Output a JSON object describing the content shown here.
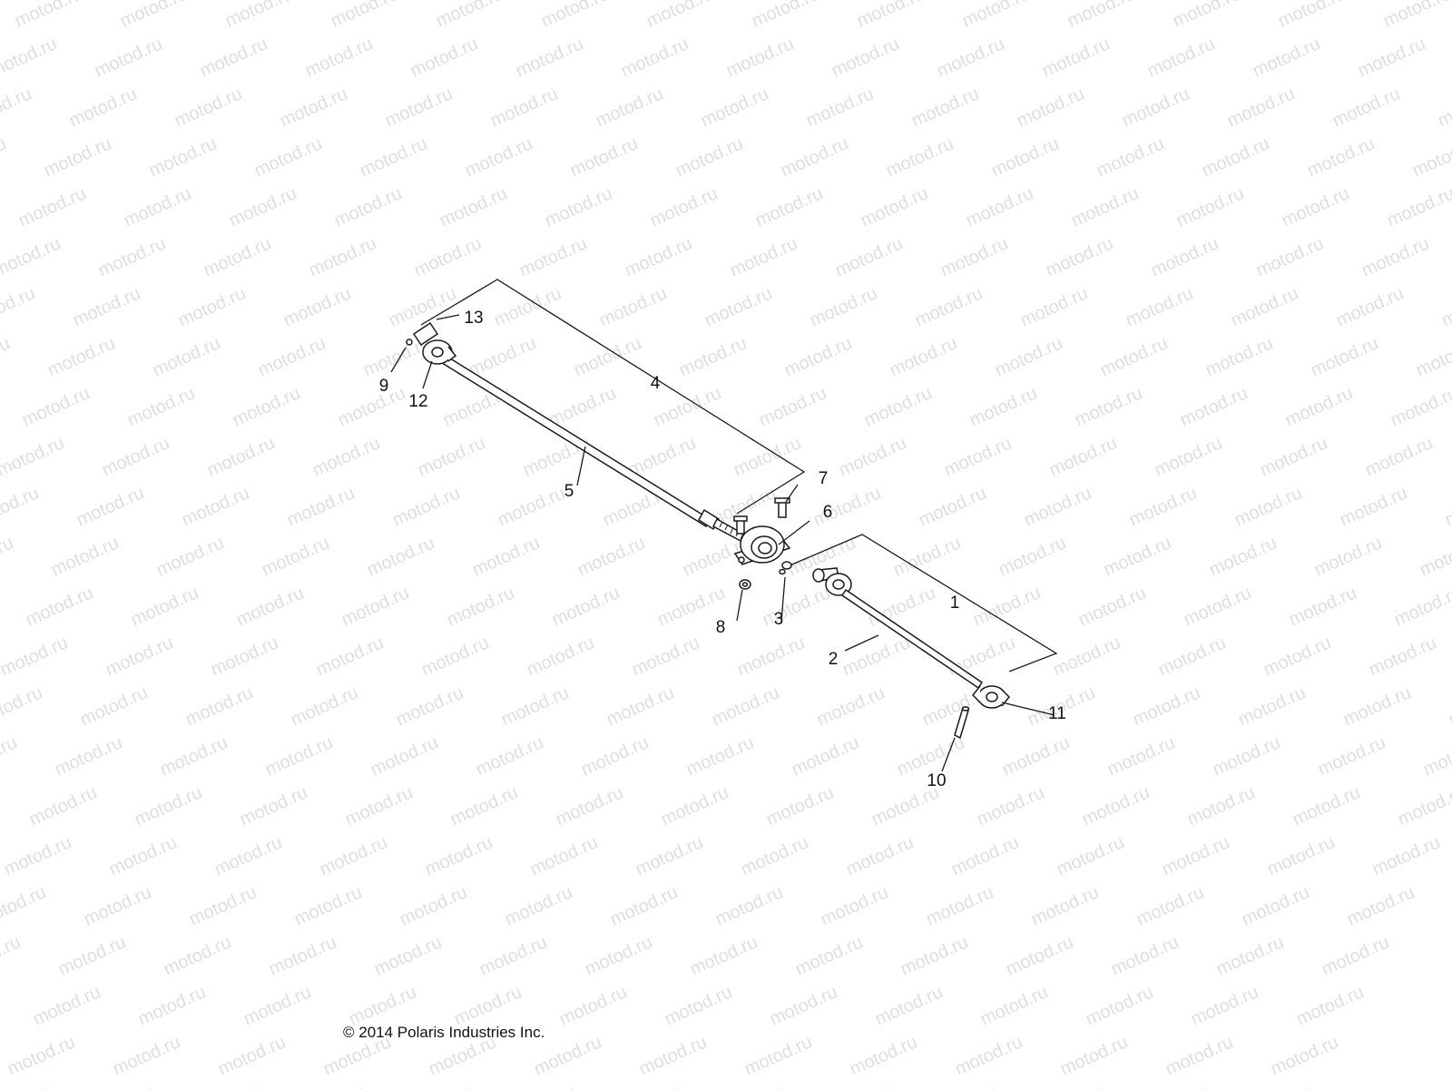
{
  "watermark": {
    "text": "motod.ru",
    "color": "#000000"
  },
  "callouts": [
    {
      "id": "1",
      "label": "1"
    },
    {
      "id": "2",
      "label": "2"
    },
    {
      "id": "3",
      "label": "3"
    },
    {
      "id": "4",
      "label": "4"
    },
    {
      "id": "5",
      "label": "5"
    },
    {
      "id": "6",
      "label": "6"
    },
    {
      "id": "7",
      "label": "7"
    },
    {
      "id": "8",
      "label": "8"
    },
    {
      "id": "9",
      "label": "9"
    },
    {
      "id": "10",
      "label": "10"
    },
    {
      "id": "11",
      "label": "11"
    },
    {
      "id": "12",
      "label": "12"
    },
    {
      "id": "13",
      "label": "13"
    }
  ],
  "copyright": "© 2014 Polaris Industries Inc."
}
